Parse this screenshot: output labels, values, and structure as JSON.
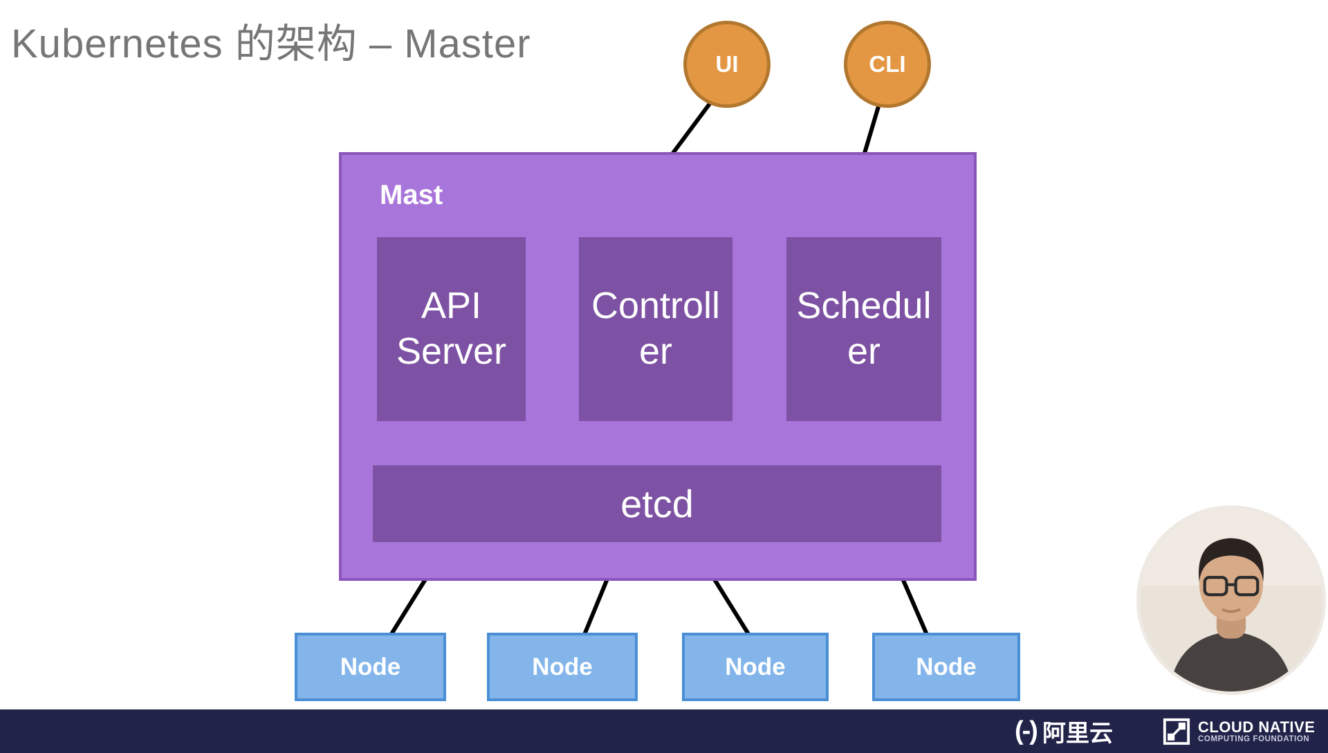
{
  "slide": {
    "title": "Kubernetes 的架构 – Master"
  },
  "diagram": {
    "clients": [
      {
        "label": "UI"
      },
      {
        "label": "CLI"
      }
    ],
    "master": {
      "label": "Mast",
      "components": [
        "API\nServer",
        "Controll\ner",
        "Schedul\ner"
      ],
      "datastore": "etcd"
    },
    "nodes": [
      "Node",
      "Node",
      "Node",
      "Node"
    ]
  },
  "footer": {
    "alibaba_symbol": "(-)",
    "alibaba_name": "阿里云",
    "cncf_line1": "CLOUD NATIVE",
    "cncf_line2": "COMPUTING FOUNDATION"
  },
  "colors": {
    "master_fill": "#a875da",
    "master_border": "#8a56bb",
    "component_fill": "#7d51a3",
    "client_fill": "#e49742",
    "client_border": "#b2772e",
    "node_fill": "#83b5eb",
    "node_border": "#4a8fd6",
    "footer_bg": "#212349",
    "title_color": "#767676",
    "connector": "#000000"
  }
}
